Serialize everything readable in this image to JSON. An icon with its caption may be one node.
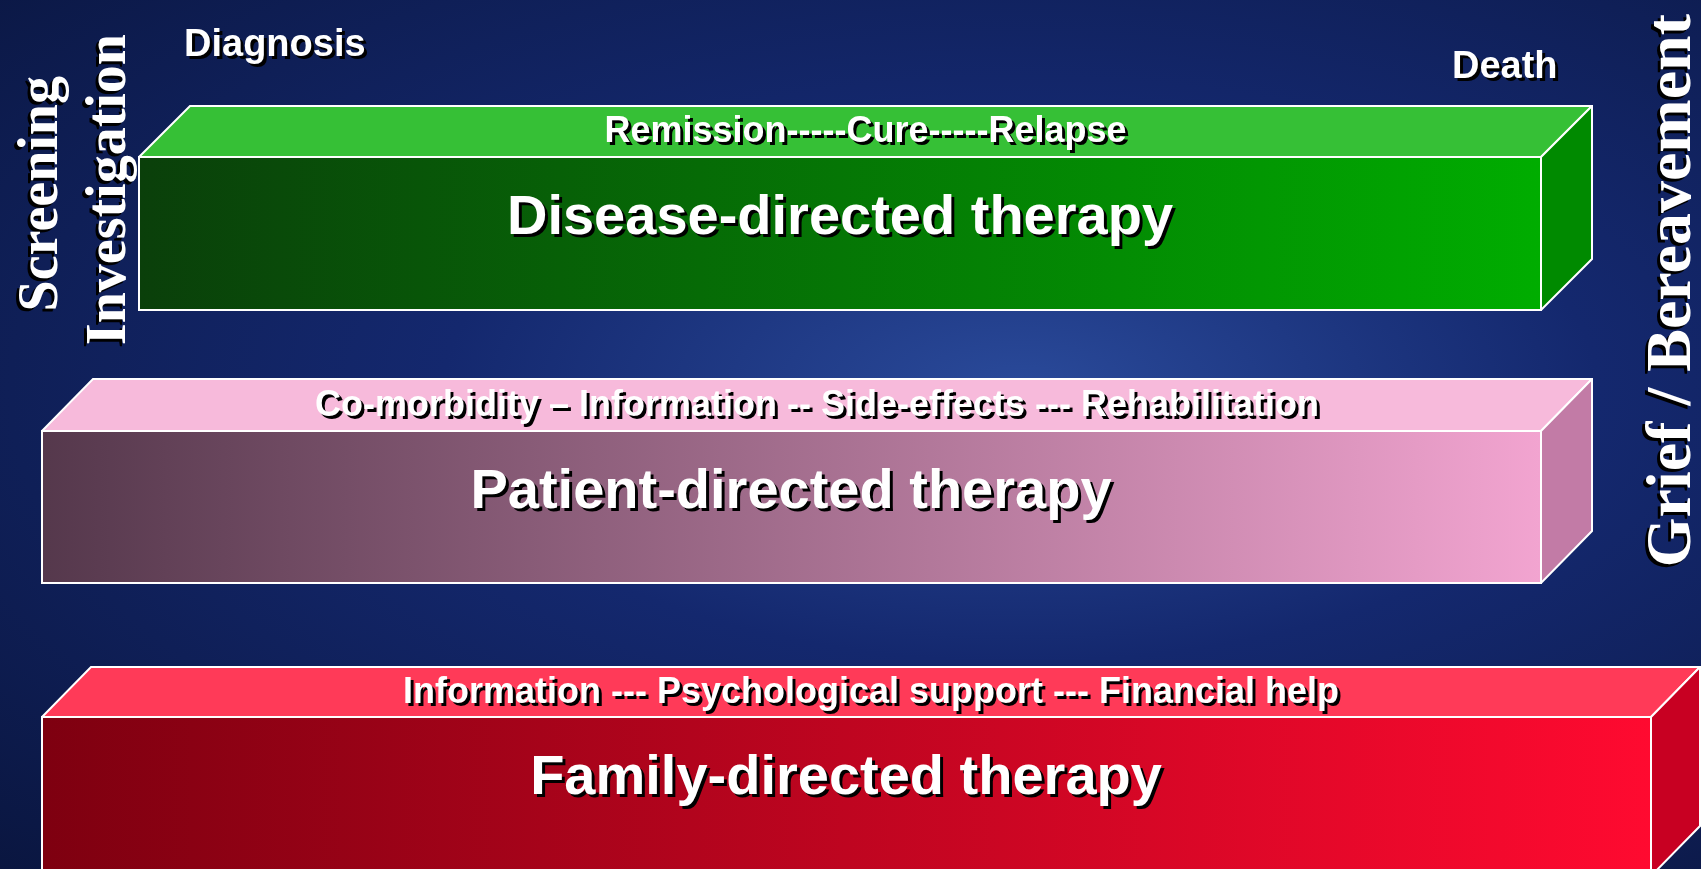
{
  "diagram": {
    "nodes": [
      {
        "text": [
          "Remission-----Cure-----Relapse",
          "Disease-directed therapy"
        ]
      },
      {
        "text": [
          "Co-morbidity – Information -- Side-effects --- Rehabilitation",
          "Patient-directed therapy"
        ]
      },
      {
        "text": [
          "Information --- Psychological support --- Financial help",
          "Family-directed therapy"
        ]
      }
    ],
    "labels": [
      "Screening",
      "Investigation",
      "Diagnosis",
      "Death",
      "Grief / Bereavement"
    ]
  }
}
